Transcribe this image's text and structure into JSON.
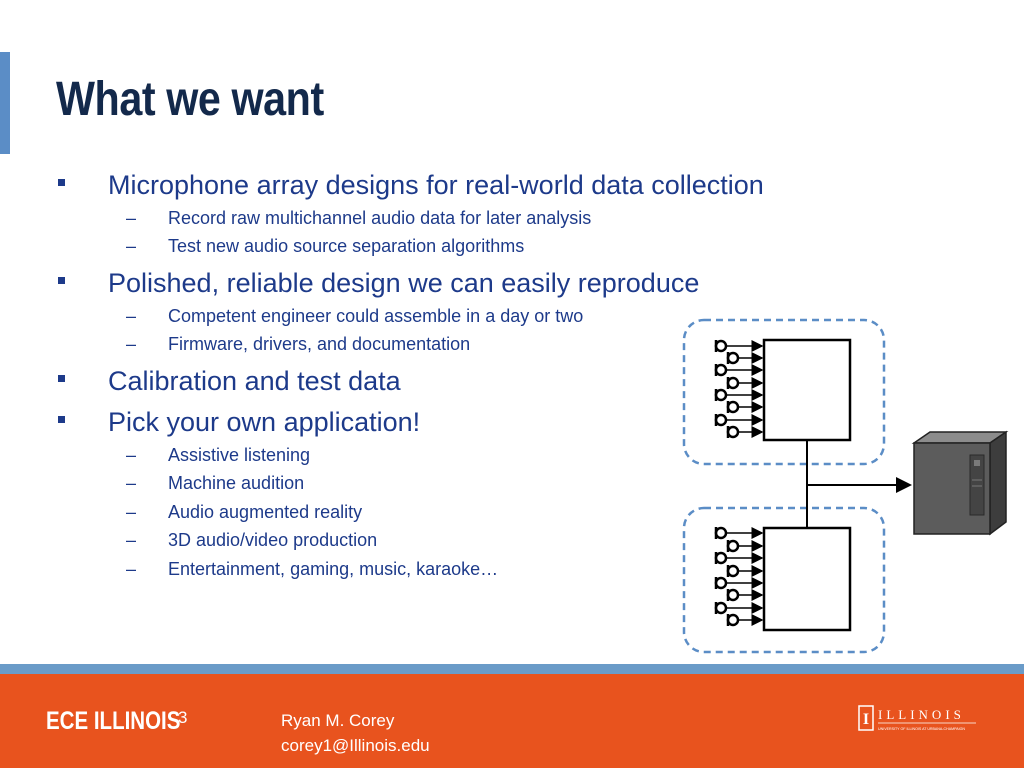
{
  "slide": {
    "title": "What we want"
  },
  "bullets": [
    {
      "text": "Microphone array designs for real-world data collection",
      "sub": [
        "Record raw multichannel audio data for later analysis",
        "Test new audio source separation algorithms"
      ]
    },
    {
      "text": "Polished, reliable design we can easily reproduce",
      "sub": [
        "Competent engineer could assemble in a day or two",
        "Firmware, drivers, and documentation"
      ]
    },
    {
      "text": "Calibration and test data",
      "sub": []
    },
    {
      "text": "Pick your own application!",
      "sub": [
        "Assistive listening",
        "Machine audition",
        "Audio augmented reality",
        "3D audio/video production",
        "Entertainment, gaming, music, karaoke…"
      ]
    }
  ],
  "sub_marker": "–",
  "footer": {
    "logo_text": "ECE ILLINOIS",
    "page_number": "3",
    "author_name": "Ryan M. Corey",
    "author_email": "corey1@Illinois.edu",
    "university_wordmark": "ILLINOIS",
    "university_subtitle": "UNIVERSITY OF ILLINOIS AT URBANA-CHAMPAIGN"
  },
  "colors": {
    "title": "#13294b",
    "text": "#1d3a8a",
    "accent_blue": "#5b8dc6",
    "footer_orange": "#e8531e"
  },
  "icons": {
    "bullet": "square-bullet-icon",
    "microphone": "microphone-icon",
    "computer": "computer-tower-icon"
  }
}
